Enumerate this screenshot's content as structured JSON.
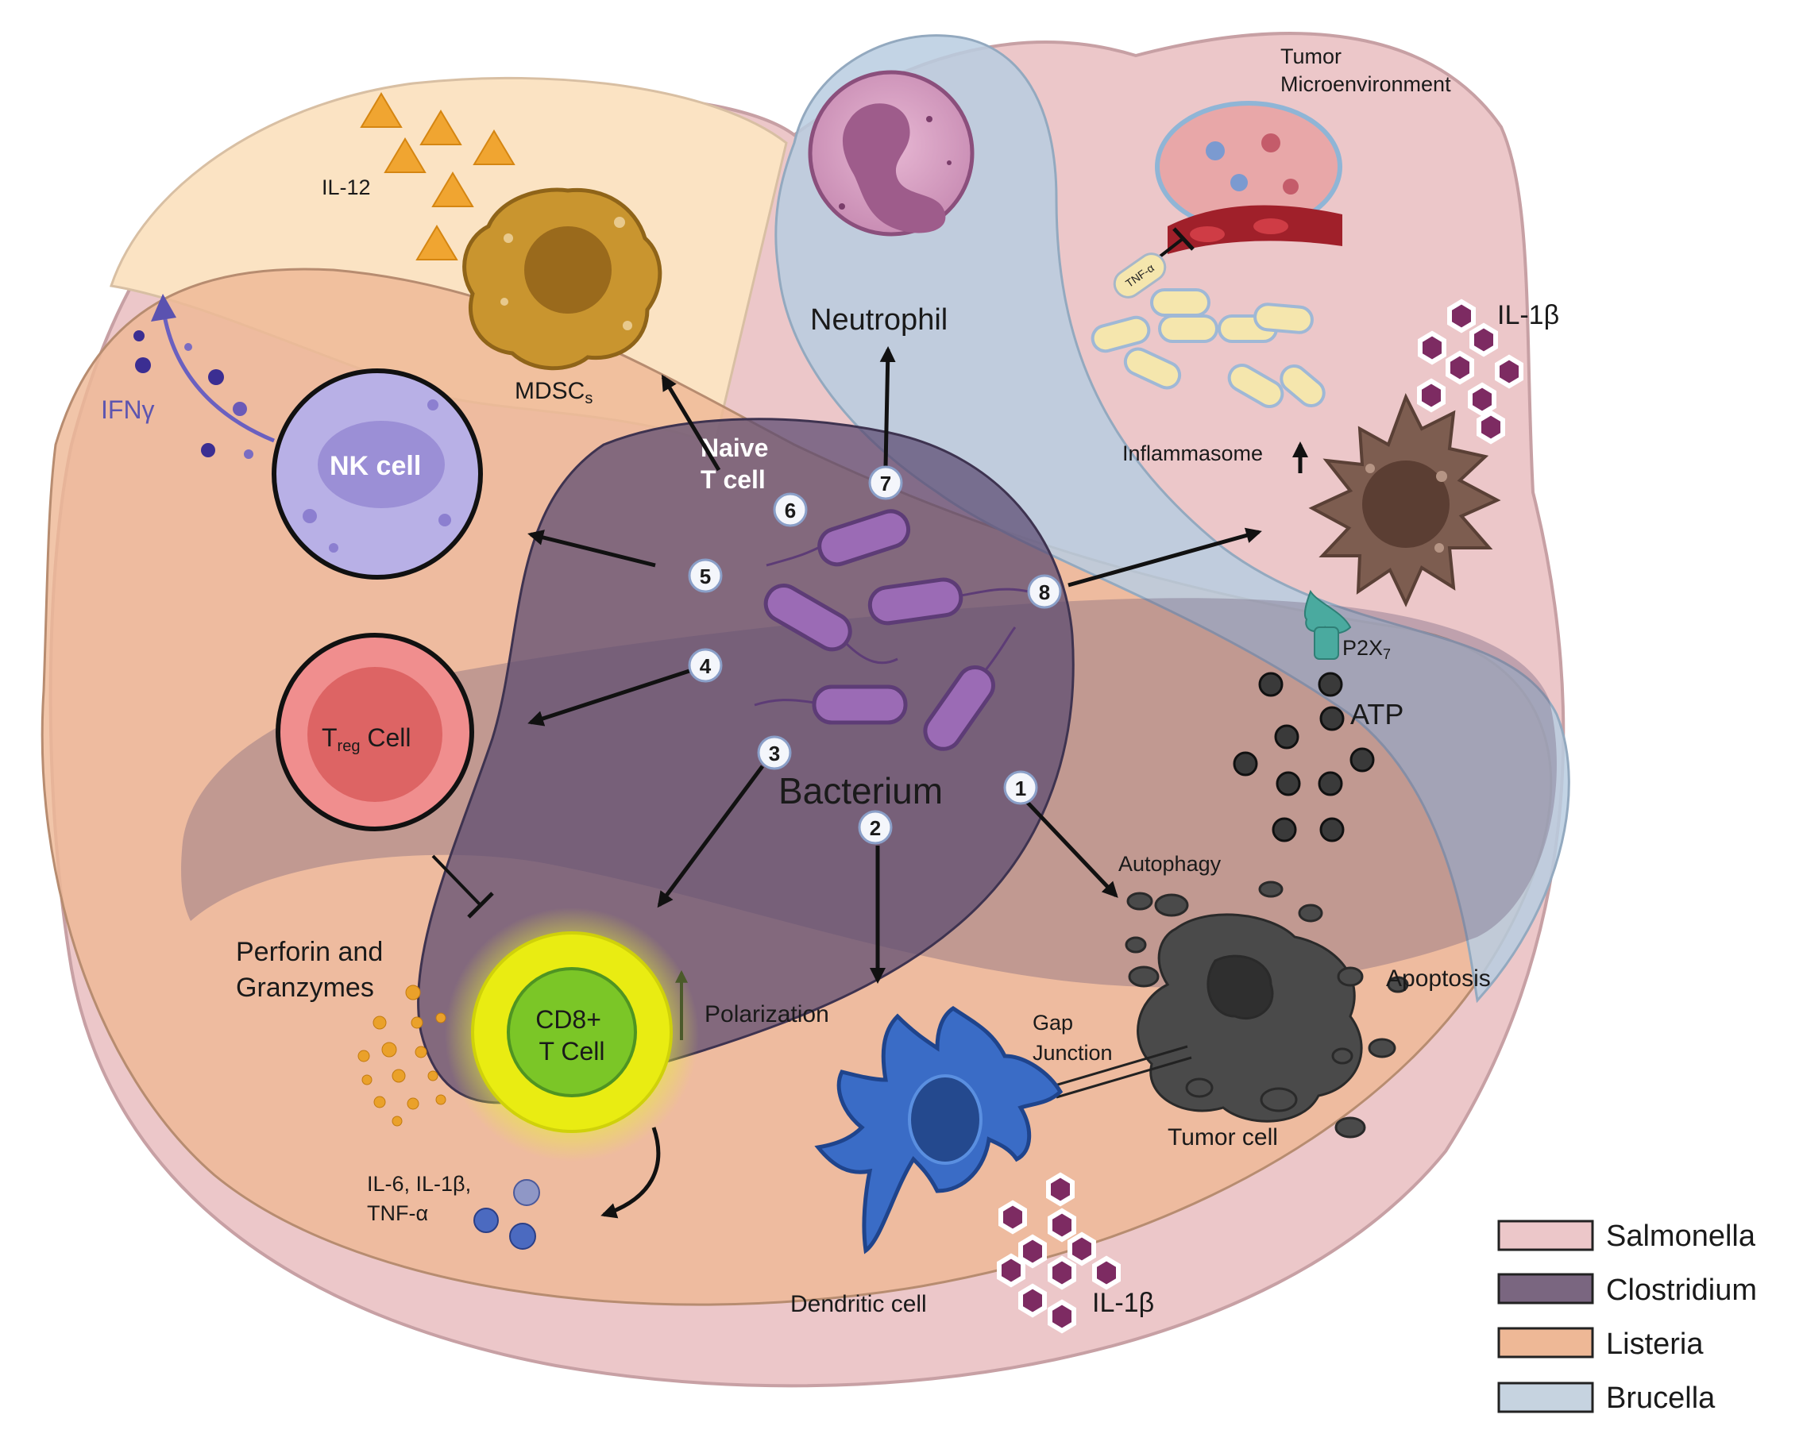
{
  "labels": {
    "tumor_microenvironment_line1": "Tumor",
    "tumor_microenvironment_line2": "Microenvironment",
    "il12": "IL-12",
    "mdscs_main": "MDSC",
    "mdscs_sub": "s",
    "neutrophil": "Neutrophil",
    "naive_t_cell_line1": "Naive",
    "naive_t_cell_line2": "T cell",
    "ifng": "IFNγ",
    "nk_cell": "NK cell",
    "treg_main": "T",
    "treg_sub": "reg",
    "treg_suffix": " Cell",
    "il1b_top": "IL-1β",
    "tnfa_pill": "TNF-α",
    "inflammasome": "Inflammasome",
    "p2x7_main": "P2X",
    "p2x7_sub": "7",
    "atp": "ATP",
    "bacterium": "Bacterium",
    "autophagy": "Autophagy",
    "apoptosis": "Apoptosis",
    "perforin_line1": "Perforin and",
    "perforin_line2": "Granzymes",
    "cd8_line1": "CD8+",
    "cd8_line2": "T Cell",
    "polarization": "Polarization",
    "gap_junction_line1": "Gap",
    "gap_junction_line2": "Junction",
    "tumor_cell": "Tumor cell",
    "cytokines_line1": "IL-6, IL-1β,",
    "cytokines_line2": "TNF-α",
    "dendritic_cell": "Dendritic cell",
    "il1b_bottom": "IL-1β"
  },
  "steps": [
    "1",
    "2",
    "3",
    "4",
    "5",
    "6",
    "7",
    "8"
  ],
  "legend": [
    {
      "label": "Salmonella",
      "color": "#ecc7c9"
    },
    {
      "label": "Clostridium",
      "color": "#7a6680"
    },
    {
      "label": "Listeria",
      "color": "#eeb896"
    },
    {
      "label": "Brucella",
      "color": "#c6d3e0"
    }
  ],
  "colors": {
    "salmonella": "#ecc7c9",
    "clostridium": "#6e5b78",
    "listeria": "#eeb896",
    "brucella": "#b9cde0",
    "il12_region": "#fbe3c3"
  }
}
